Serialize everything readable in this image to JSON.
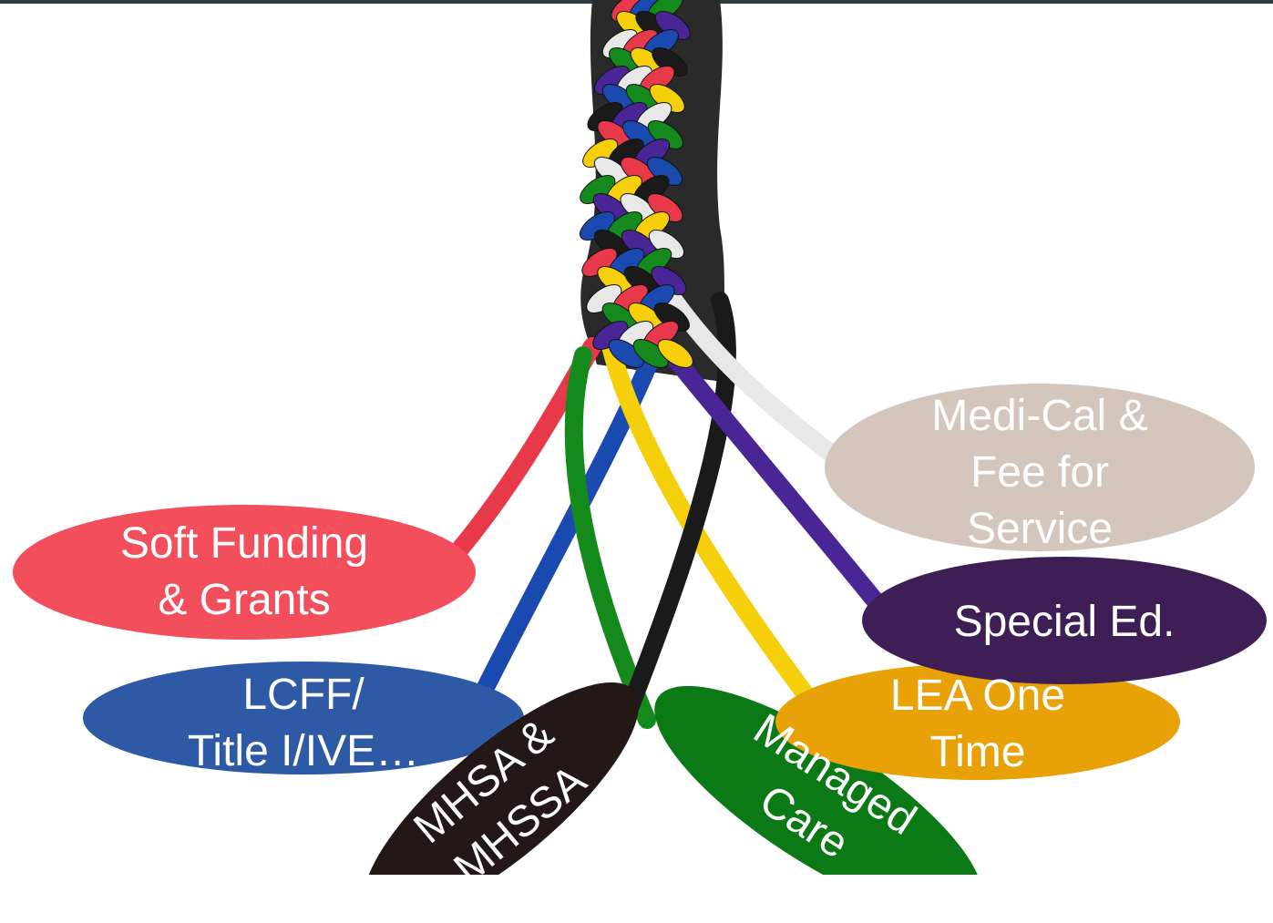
{
  "ovals": [
    {
      "id": "soft-funding",
      "lines": [
        "Soft Funding",
        "& Grants"
      ],
      "fill": "#f24e5c",
      "text": "#ffffff"
    },
    {
      "id": "lcff",
      "lines": [
        "LCFF/",
        "Title I/IVE…"
      ],
      "fill": "#2e59a5",
      "text": "#ffffff"
    },
    {
      "id": "mhsa",
      "lines": [
        "MHSA &",
        "MHSSA"
      ],
      "fill": "#231815",
      "text": "#ffffff"
    },
    {
      "id": "managed-care",
      "lines": [
        "Managed",
        "Care"
      ],
      "fill": "#0b7a16",
      "text": "#ffffff"
    },
    {
      "id": "lea-one-time",
      "lines": [
        "LEA One",
        "Time"
      ],
      "fill": "#e8a107",
      "text": "#ffffff"
    },
    {
      "id": "special-ed",
      "lines": [
        "Special Ed."
      ],
      "fill": "#3d1f55",
      "text": "#ffffff"
    },
    {
      "id": "medi-cal",
      "lines": [
        "Medi-Cal &",
        "Fee for",
        "Service"
      ],
      "fill": "#d4c5bd",
      "text": "#ffffff"
    }
  ],
  "colors": {
    "top_bar": "#2f3b40",
    "strands": [
      "#e8394a",
      "#1a49b0",
      "#138a1b",
      "#f4cf0a",
      "#1a1a1a",
      "#4a2596",
      "#e8e8e8"
    ]
  }
}
